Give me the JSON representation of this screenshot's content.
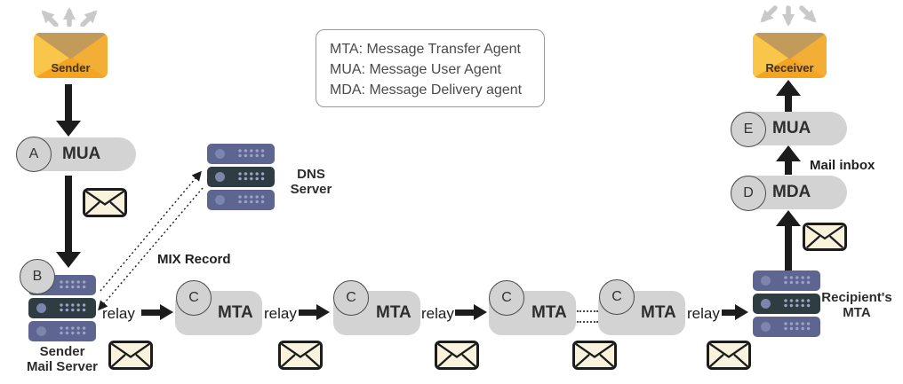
{
  "legend": {
    "line1": "MTA: Message Transfer Agent",
    "line2": "MUA: Message User Agent",
    "line3": "MDA: Message Delivery agent"
  },
  "sender": {
    "label": "Sender"
  },
  "receiver": {
    "label": "Receiver"
  },
  "sender_mua": {
    "badge": "A",
    "label": "MUA"
  },
  "sender_mail_server": {
    "badge": "B",
    "label_line1": "Sender",
    "label_line2": "Mail Server"
  },
  "dns_server": {
    "label_line1": "DNS",
    "label_line2": "Server"
  },
  "mix_record_label": "MIX Record",
  "mtas": [
    {
      "badge": "C",
      "label": "MTA"
    },
    {
      "badge": "C",
      "label": "MTA"
    },
    {
      "badge": "C",
      "label": "MTA"
    },
    {
      "badge": "C",
      "label": "MTA"
    }
  ],
  "relays": [
    "relay",
    "relay",
    "relay",
    "relay"
  ],
  "recipient_mta": {
    "label_line1": "Recipient's",
    "label_line2": "MTA"
  },
  "mda": {
    "badge": "D",
    "label": "MDA"
  },
  "receiver_mua": {
    "badge": "E",
    "label": "MUA"
  },
  "mail_inbox_label": "Mail inbox",
  "colors": {
    "pill_gray": "#d3d3d3",
    "server_light": "#5d6590",
    "server_dark": "#2f3c42",
    "envelope_cream": "#f9f2dc",
    "envelope_orange": "#f5a41f",
    "envelope_flap": "#c29a5a",
    "arrow_black": "#1c1c1c",
    "arrow_gray": "#c9c9c9"
  }
}
